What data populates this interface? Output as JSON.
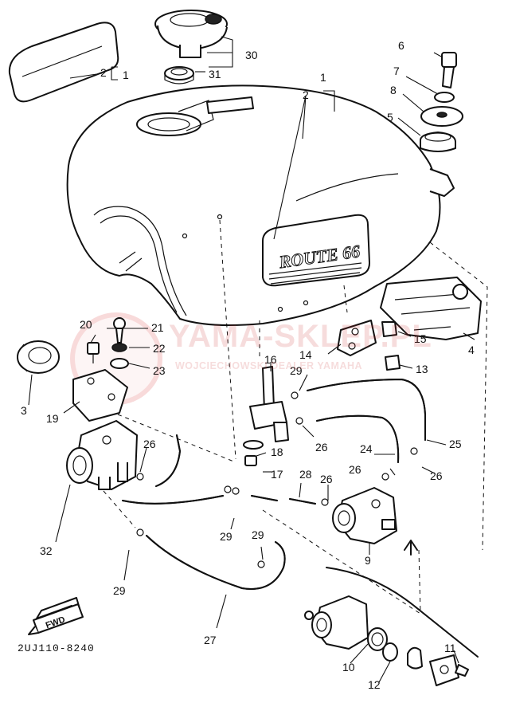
{
  "diagram": {
    "code": "2UJ110-8240",
    "watermark": {
      "brand": "YAMA-SKLEP.PL",
      "sub": "WOJCIECHOWSKI DEALER YAMAHA"
    },
    "tank_emblem": "ROUTE 66",
    "direction_arrow": "FWD",
    "callouts": [
      {
        "id": "c1",
        "text": "1"
      },
      {
        "id": "c1b",
        "text": "1"
      },
      {
        "id": "c2",
        "text": "2"
      },
      {
        "id": "c2b",
        "text": "2"
      },
      {
        "id": "c3",
        "text": "3"
      },
      {
        "id": "c4",
        "text": "4"
      },
      {
        "id": "c5",
        "text": "5"
      },
      {
        "id": "c6",
        "text": "6"
      },
      {
        "id": "c7",
        "text": "7"
      },
      {
        "id": "c8",
        "text": "8"
      },
      {
        "id": "c9",
        "text": "9"
      },
      {
        "id": "c10",
        "text": "10"
      },
      {
        "id": "c11",
        "text": "11"
      },
      {
        "id": "c12",
        "text": "12"
      },
      {
        "id": "c13",
        "text": "13"
      },
      {
        "id": "c14",
        "text": "14"
      },
      {
        "id": "c15",
        "text": "15"
      },
      {
        "id": "c16",
        "text": "16"
      },
      {
        "id": "c17",
        "text": "17"
      },
      {
        "id": "c18",
        "text": "18"
      },
      {
        "id": "c19",
        "text": "19"
      },
      {
        "id": "c20",
        "text": "20"
      },
      {
        "id": "c21",
        "text": "21"
      },
      {
        "id": "c22",
        "text": "22"
      },
      {
        "id": "c23",
        "text": "23"
      },
      {
        "id": "c24",
        "text": "24"
      },
      {
        "id": "c25",
        "text": "25"
      },
      {
        "id": "c26a",
        "text": "26"
      },
      {
        "id": "c26b",
        "text": "26"
      },
      {
        "id": "c26c",
        "text": "26"
      },
      {
        "id": "c26d",
        "text": "26"
      },
      {
        "id": "c26e",
        "text": "26"
      },
      {
        "id": "c27",
        "text": "27"
      },
      {
        "id": "c28",
        "text": "28"
      },
      {
        "id": "c29a",
        "text": "29"
      },
      {
        "id": "c29b",
        "text": "29"
      },
      {
        "id": "c29c",
        "text": "29"
      },
      {
        "id": "c29d",
        "text": "29"
      },
      {
        "id": "c30",
        "text": "30"
      },
      {
        "id": "c31",
        "text": "31"
      },
      {
        "id": "c32",
        "text": "32"
      }
    ]
  }
}
